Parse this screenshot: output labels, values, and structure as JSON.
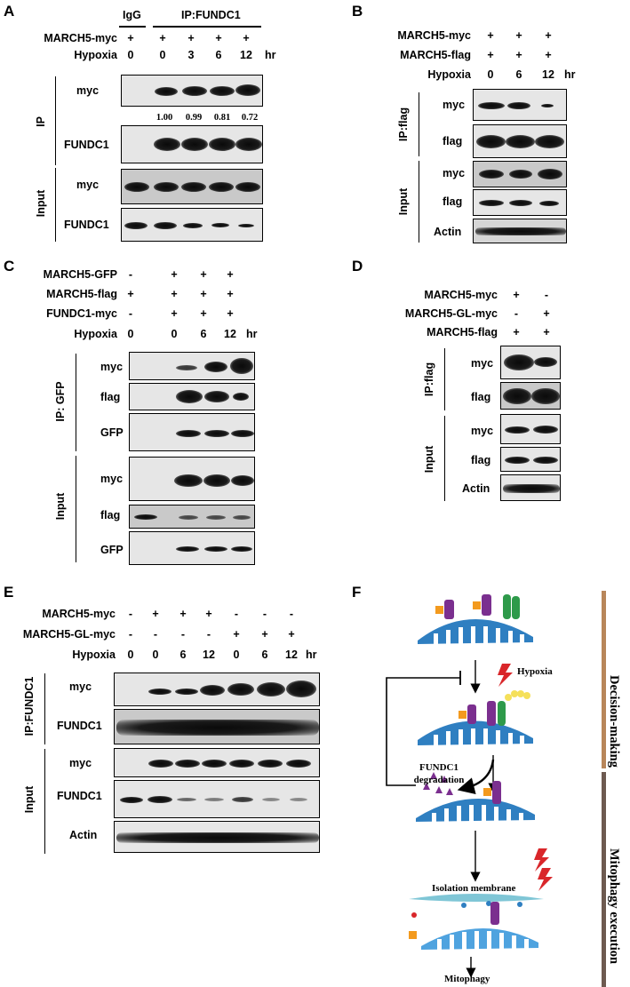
{
  "panels": {
    "A": {
      "letter": "A",
      "header_igg": "IgG",
      "header_ip": "IP:FUNDC1",
      "rows": [
        {
          "label": "MARCH5-myc",
          "values": [
            "+",
            "+",
            "+",
            "+",
            "+"
          ],
          "unit": ""
        },
        {
          "label": "Hypoxia",
          "values": [
            "0",
            "0",
            "3",
            "6",
            "12"
          ],
          "unit": "hr"
        }
      ],
      "blot_labels": [
        "myc",
        "FUNDC1",
        "myc",
        "FUNDC1"
      ],
      "side_labels": [
        "IP",
        "Input"
      ],
      "quant": [
        "1.00",
        "0.99",
        "0.81",
        "0.72"
      ]
    },
    "B": {
      "letter": "B",
      "rows": [
        {
          "label": "MARCH5-myc",
          "values": [
            "+",
            "+",
            "+"
          ],
          "unit": ""
        },
        {
          "label": "MARCH5-flag",
          "values": [
            "+",
            "+",
            "+"
          ],
          "unit": ""
        },
        {
          "label": "Hypoxia",
          "values": [
            "0",
            "6",
            "12"
          ],
          "unit": "hr"
        }
      ],
      "blot_labels": [
        "myc",
        "flag",
        "myc",
        "flag",
        "Actin"
      ],
      "side_labels": [
        "IP:flag",
        "Input"
      ]
    },
    "C": {
      "letter": "C",
      "rows": [
        {
          "label": "MARCH5-GFP",
          "values": [
            "-",
            "+",
            "+",
            "+",
            "+"
          ],
          "unit": ""
        },
        {
          "label": "MARCH5-flag",
          "values": [
            "+",
            "+",
            "+",
            "+",
            "+"
          ],
          "unit": ""
        },
        {
          "label": "FUNDC1-myc",
          "values": [
            "-",
            "+",
            "+",
            "+",
            "+"
          ],
          "unit": ""
        },
        {
          "label": "Hypoxia",
          "values": [
            "0",
            "0",
            "6",
            "12",
            ""
          ],
          "unit": "hr"
        }
      ],
      "blot_labels": [
        "myc",
        "flag",
        "GFP",
        "myc",
        "flag",
        "GFP"
      ],
      "side_labels": [
        "IP: GFP",
        "Input"
      ]
    },
    "D": {
      "letter": "D",
      "rows": [
        {
          "label": "MARCH5-myc",
          "values": [
            "+",
            "-"
          ]
        },
        {
          "label": "MARCH5-GL-myc",
          "values": [
            "-",
            "+"
          ]
        },
        {
          "label": "MARCH5-flag",
          "values": [
            "+",
            "+"
          ]
        }
      ],
      "blot_labels": [
        "myc",
        "flag",
        "myc",
        "flag",
        "Actin"
      ],
      "side_labels": [
        "IP:flag",
        "Input"
      ]
    },
    "E": {
      "letter": "E",
      "rows": [
        {
          "label": "MARCH5-myc",
          "values": [
            "-",
            "+",
            "+",
            "+",
            "-",
            "-",
            "-"
          ],
          "unit": ""
        },
        {
          "label": "MARCH5-GL-myc",
          "values": [
            "-",
            "-",
            "-",
            "-",
            "+",
            "+",
            "+"
          ],
          "unit": ""
        },
        {
          "label": "Hypoxia",
          "values": [
            "0",
            "0",
            "6",
            "12",
            "0",
            "6",
            "12"
          ],
          "unit": "hr"
        }
      ],
      "blot_labels": [
        "myc",
        "FUNDC1",
        "myc",
        "FUNDC1",
        "Actin"
      ],
      "side_labels": [
        "IP:FUNDC1",
        "Input"
      ]
    },
    "F": {
      "letter": "F",
      "hypoxia": "Hypoxia",
      "degradation": "FUNDC1\ndegradation",
      "isolation": "Isolation membrane",
      "mitophagy": "Mitophagy",
      "phase1": "Decision-making",
      "phase2": "Mitophagy execution"
    }
  },
  "colors": {
    "mito_blue": "#2f7fc1",
    "mito_light": "#4fa3df",
    "fundc1_purple": "#7b2f8f",
    "march5_green": "#2e9a4a",
    "ub_orange": "#f39a1e",
    "ub_yellow": "#f5e05a",
    "phase1_bar": "#b8865a",
    "phase2_bar": "#6d5a50",
    "lightning": "#d9262a",
    "isolation_membrane": "#7fc6d6"
  }
}
